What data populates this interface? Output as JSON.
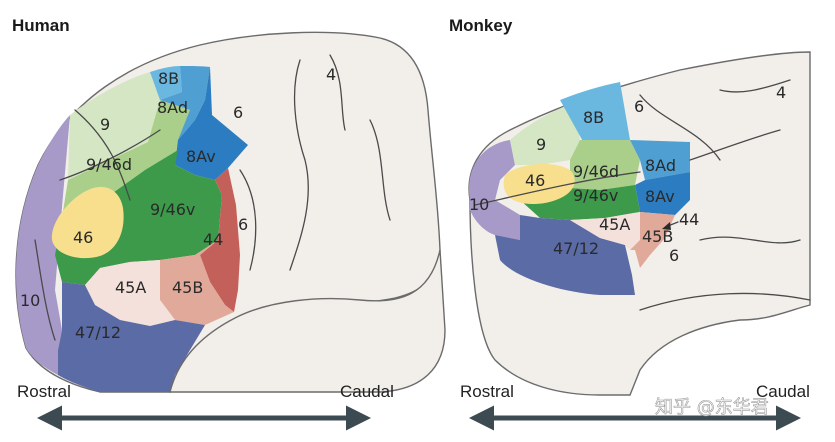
{
  "panels": {
    "human": {
      "title": "Human",
      "areas": {
        "a8B": "8B",
        "a8Ad": "8Ad",
        "a6top": "6",
        "a4": "4",
        "a9": "9",
        "a946d": "9/46d",
        "a8Av": "8Av",
        "a946v": "9/46v",
        "a46": "46",
        "a44": "44",
        "a6mid": "6",
        "a45A": "45A",
        "a45B": "45B",
        "a10": "10",
        "a4712": "47/12"
      }
    },
    "monkey": {
      "title": "Monkey",
      "areas": {
        "a4": "4",
        "a8B": "8B",
        "a6top": "6",
        "a9": "9",
        "a946d": "9/46d",
        "a8Ad": "8Ad",
        "a46": "46",
        "a946v": "9/46v",
        "a8Av": "8Av",
        "a10": "10",
        "a45A": "45A",
        "a44": "44",
        "a45B": "45B",
        "a4712": "47/12",
        "a6low": "6"
      }
    }
  },
  "axes": {
    "human": {
      "rostral": "Rostral",
      "caudal": "Caudal"
    },
    "monkey": {
      "rostral": "Rostral",
      "caudal": "Caudal"
    }
  },
  "watermark": "知乎 @东华君",
  "colors": {
    "area8B": "#6ab7e0",
    "area8Ad": "#4f9fd2",
    "area8Av": "#2c7cc1",
    "area9": "#d4e6c3",
    "area946d": "#a9cf8a",
    "area946v": "#3c9a4a",
    "area46": "#f7df8d",
    "area44": "#c4605a",
    "area45A": "#f4e1dc",
    "area45B": "#e1a999",
    "area10": "#a79ac8",
    "area4712": "#5a6ba6",
    "brain": "#f2efea",
    "arrow": "#3c4a52"
  }
}
